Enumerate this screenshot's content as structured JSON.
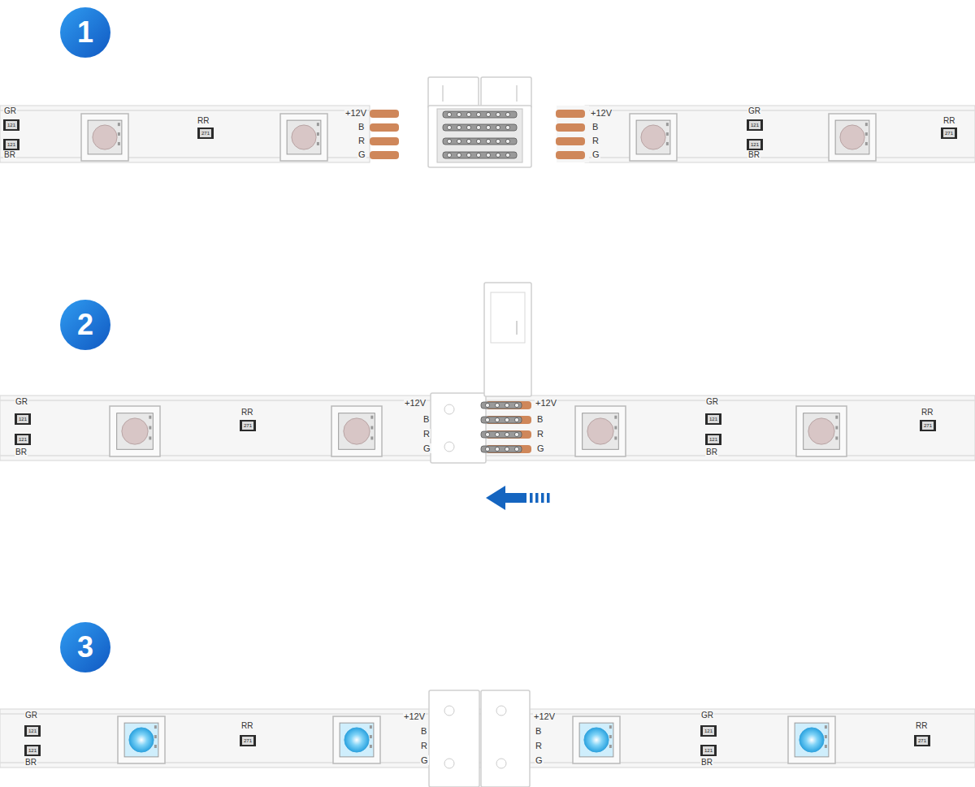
{
  "diagram": {
    "nodes": [
      {
        "text": [
          "1"
        ]
      },
      {
        "text": [
          "2"
        ]
      },
      {
        "text": [
          "3"
        ]
      }
    ],
    "labels": [
      "GR",
      "121",
      "121",
      "BR",
      "RR",
      "271",
      "+12V",
      "B",
      "R",
      "G",
      "+12V",
      "B",
      "R",
      "G",
      "GR",
      "121",
      "121",
      "BR",
      "RR",
      "271",
      "GR",
      "121",
      "121",
      "BR",
      "RR",
      "271",
      "+12V",
      "B",
      "R",
      "G",
      "+12V",
      "B",
      "R",
      "G",
      "GR",
      "121",
      "121",
      "BR",
      "RR",
      "271",
      "GR",
      "121",
      "121",
      "BR",
      "RR",
      "271",
      "+12V",
      "B",
      "R",
      "G",
      "+12V",
      "B",
      "R",
      "G",
      "GR",
      "121",
      "121",
      "BR",
      "RR",
      "271"
    ]
  }
}
